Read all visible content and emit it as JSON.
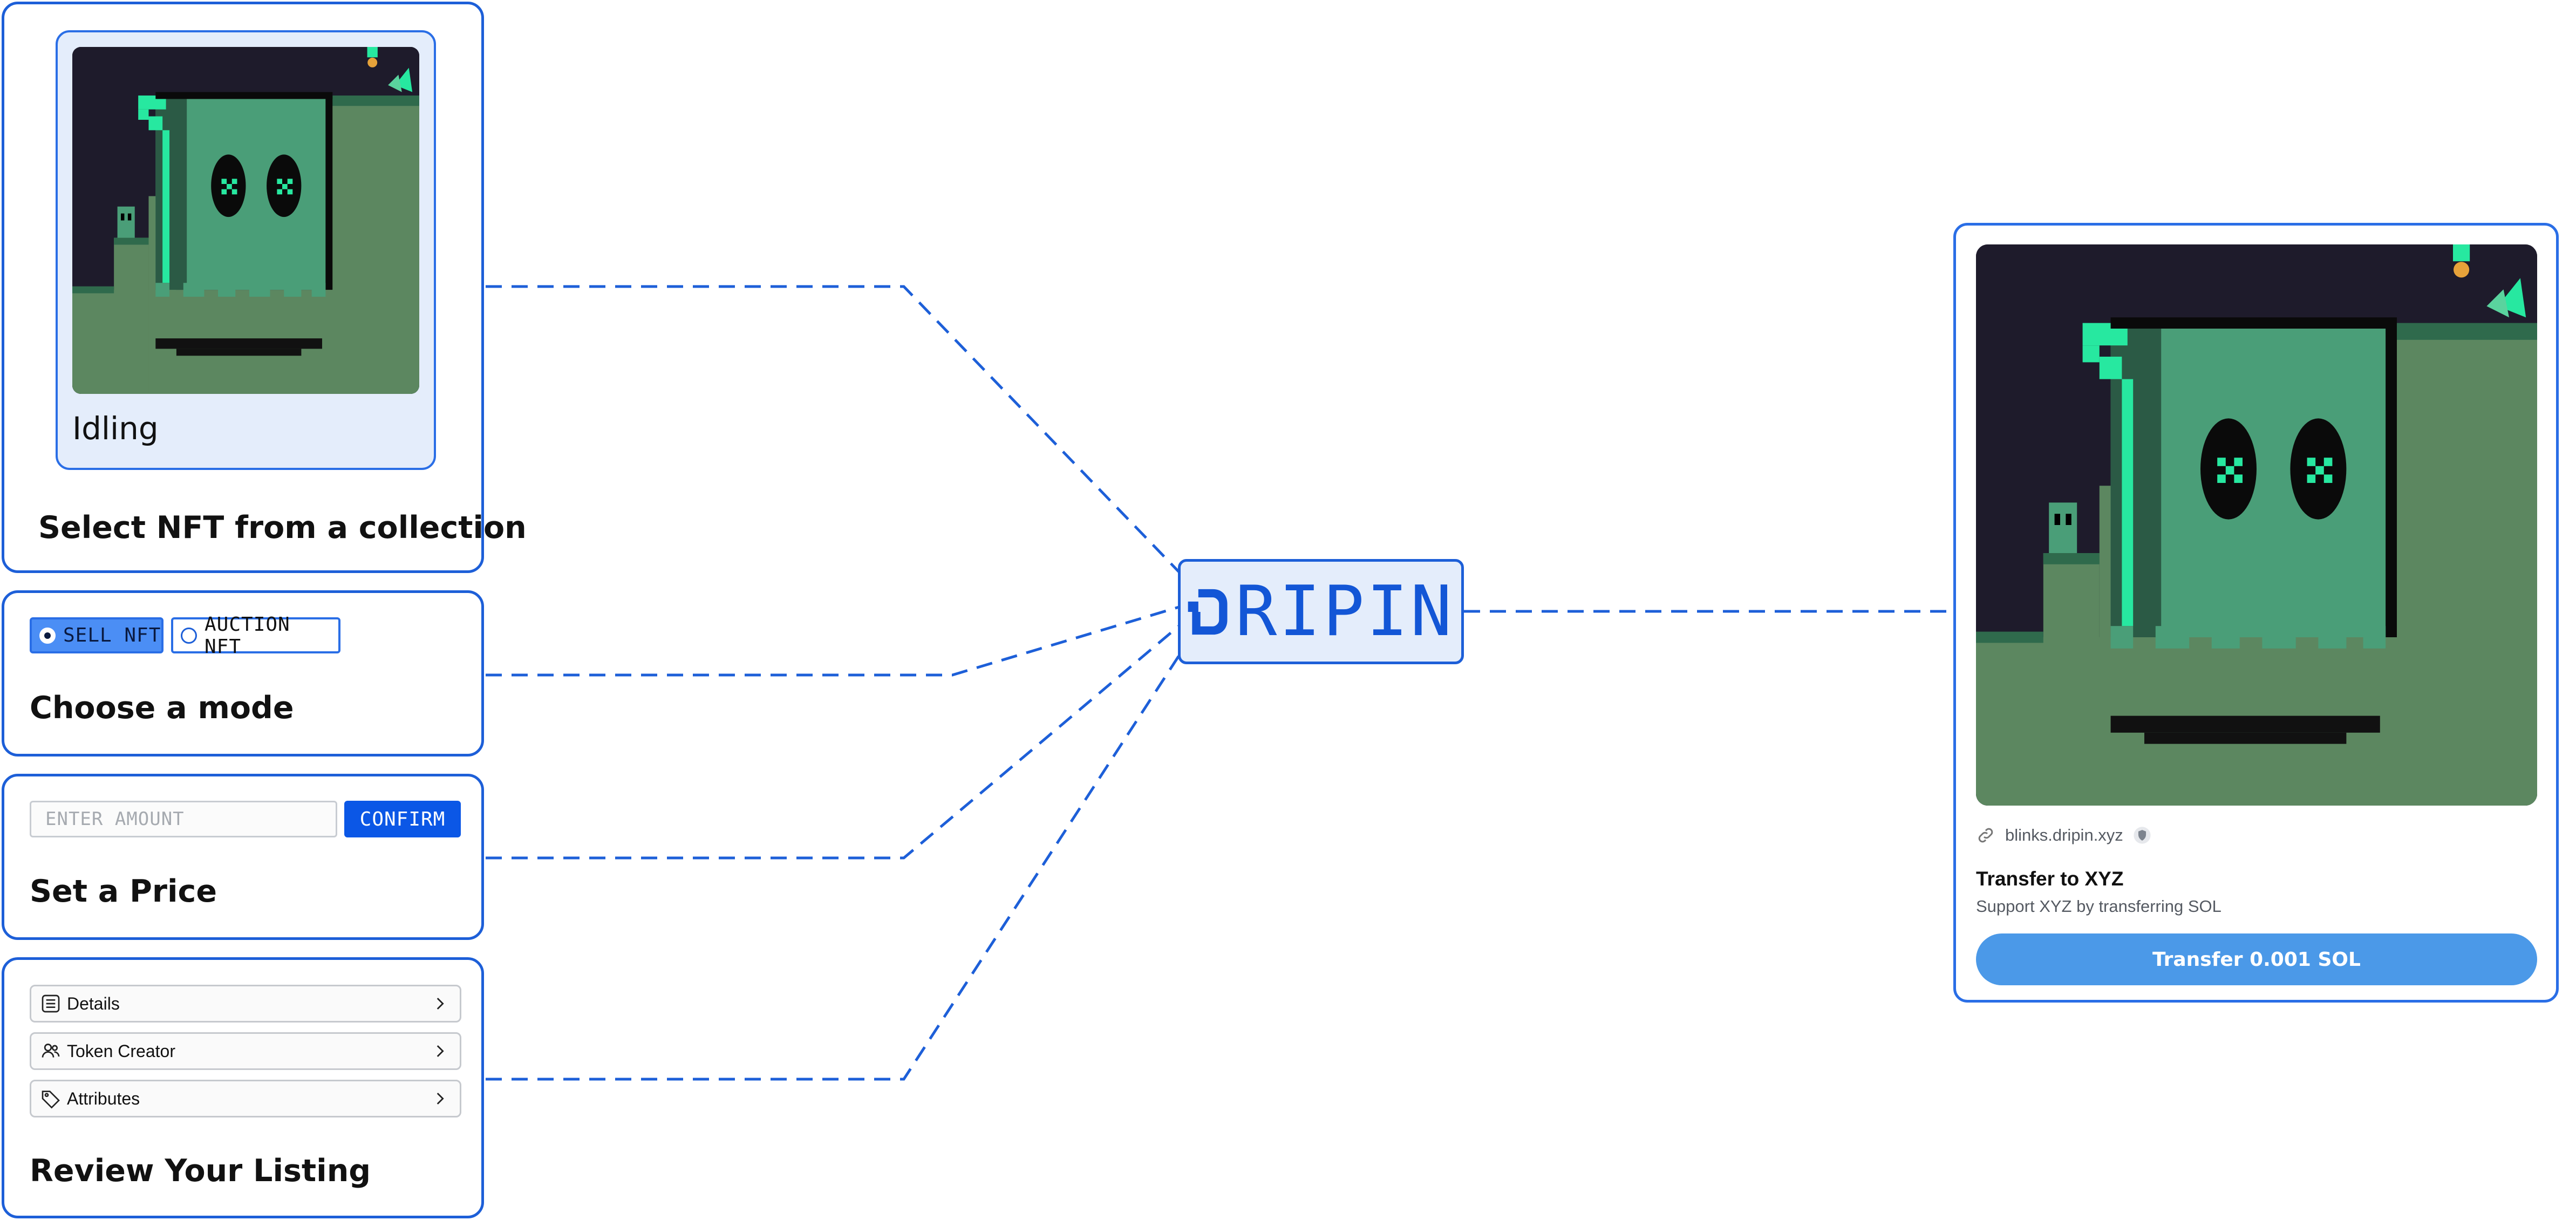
{
  "colors": {
    "accent": "#1d5fd8",
    "accent_light": "#e4edfb",
    "button_blue": "#0b57e6",
    "blink_button": "#4b99e8",
    "nft_green": "#4a9e78",
    "nft_neon": "#27e8a0",
    "nft_bg_dark": "#1e1b2b",
    "ground": "#5c8760"
  },
  "steps": {
    "select": {
      "title": "Select NFT from a collection",
      "nft_name": "Idling",
      "nft_image": "pixel-ghost-nft"
    },
    "mode": {
      "title": "Choose a mode",
      "options": [
        {
          "label": "SELL NFT",
          "selected": true
        },
        {
          "label": "AUCTION NFT",
          "selected": false
        }
      ]
    },
    "price": {
      "title": "Set a Price",
      "input_placeholder": "ENTER AMOUNT",
      "input_value": "",
      "confirm_label": "CONFIRM"
    },
    "review": {
      "title": "Review Your Listing",
      "rows": [
        {
          "label": "Details",
          "icon": "list-icon"
        },
        {
          "label": "Token Creator",
          "icon": "users-icon"
        },
        {
          "label": "Attributes",
          "icon": "tag-icon"
        }
      ]
    }
  },
  "hub": {
    "logo_text": "RIPIN",
    "logo_icon": "dripin-d-icon"
  },
  "blink": {
    "domain": "blinks.dripin.xyz",
    "domain_icon": "link-icon",
    "verified_icon": "shield-icon",
    "title": "Transfer to XYZ",
    "description": "Support XYZ by transferring SOL",
    "button_label": "Transfer 0.001 SOL",
    "image": "pixel-ghost-nft"
  }
}
